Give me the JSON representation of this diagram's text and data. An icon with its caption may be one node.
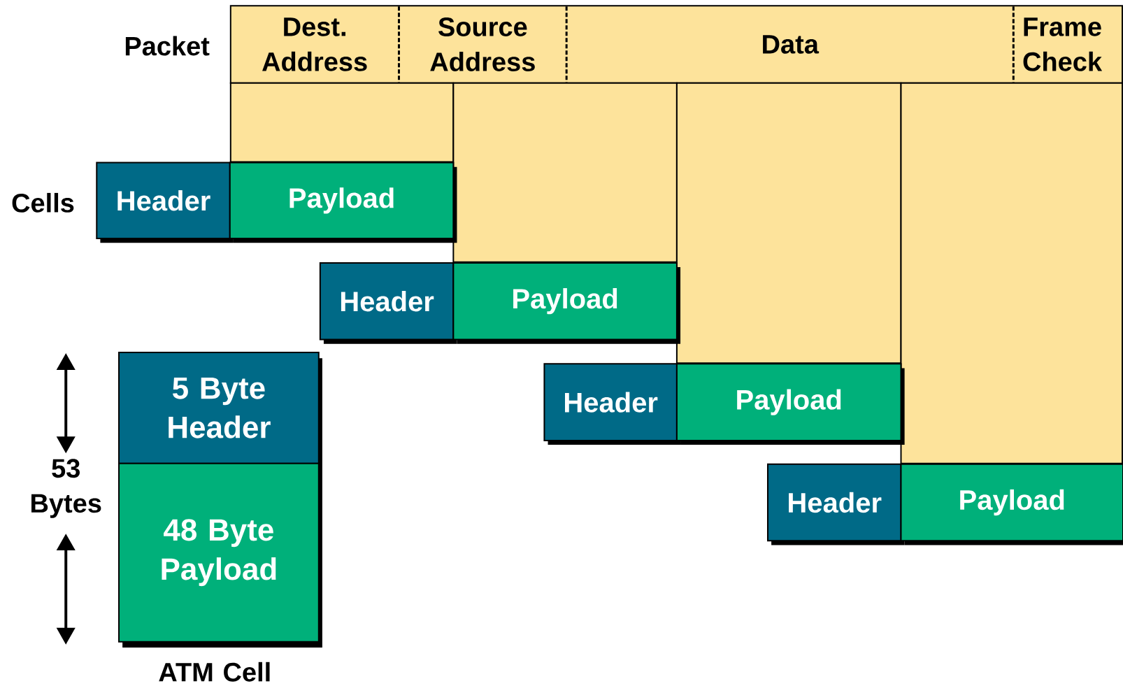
{
  "diagram": {
    "nodes": [
      {
        "text": [
          "Dest. Address"
        ]
      },
      {
        "text": [
          "Source Address"
        ]
      },
      {
        "text": [
          "Data"
        ]
      },
      {
        "text": [
          "Frame Check"
        ]
      },
      {
        "text": [],
        "shape": "box"
      },
      {
        "text": [],
        "shape": "box"
      },
      {
        "text": [],
        "shape": "box"
      },
      {
        "text": [],
        "shape": "box"
      },
      {
        "text": [
          "Header"
        ]
      },
      {
        "text": [
          "Payload"
        ]
      },
      {
        "text": [
          "Header"
        ]
      },
      {
        "text": [
          "Payload"
        ]
      },
      {
        "text": [
          "Header"
        ]
      },
      {
        "text": [
          "Payload"
        ]
      },
      {
        "text": [
          "Header"
        ]
      },
      {
        "text": [
          "Payload"
        ]
      },
      {
        "text": [
          "5 Byte Header"
        ]
      },
      {
        "text": [
          "48 Byte Payload"
        ]
      }
    ],
    "labels": [
      "Packet",
      "Cells",
      "53 Bytes",
      "ATM Cell"
    ]
  }
}
